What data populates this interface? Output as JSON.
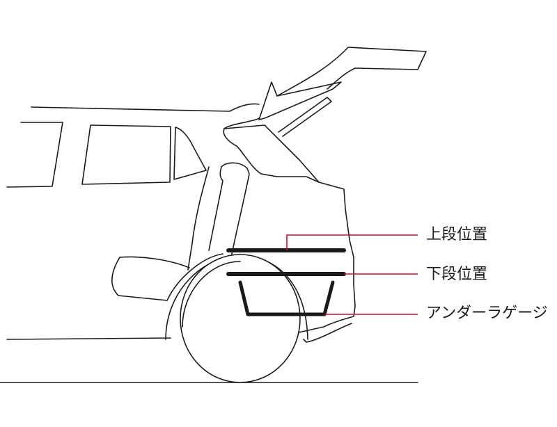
{
  "callouts": [
    {
      "label": "上段位置"
    },
    {
      "label": "下段位置"
    },
    {
      "label": "アンダーラゲージ"
    }
  ],
  "colors": {
    "leader_line": "#c8102e",
    "outline": "#1a1a1a",
    "background": "#ffffff"
  }
}
